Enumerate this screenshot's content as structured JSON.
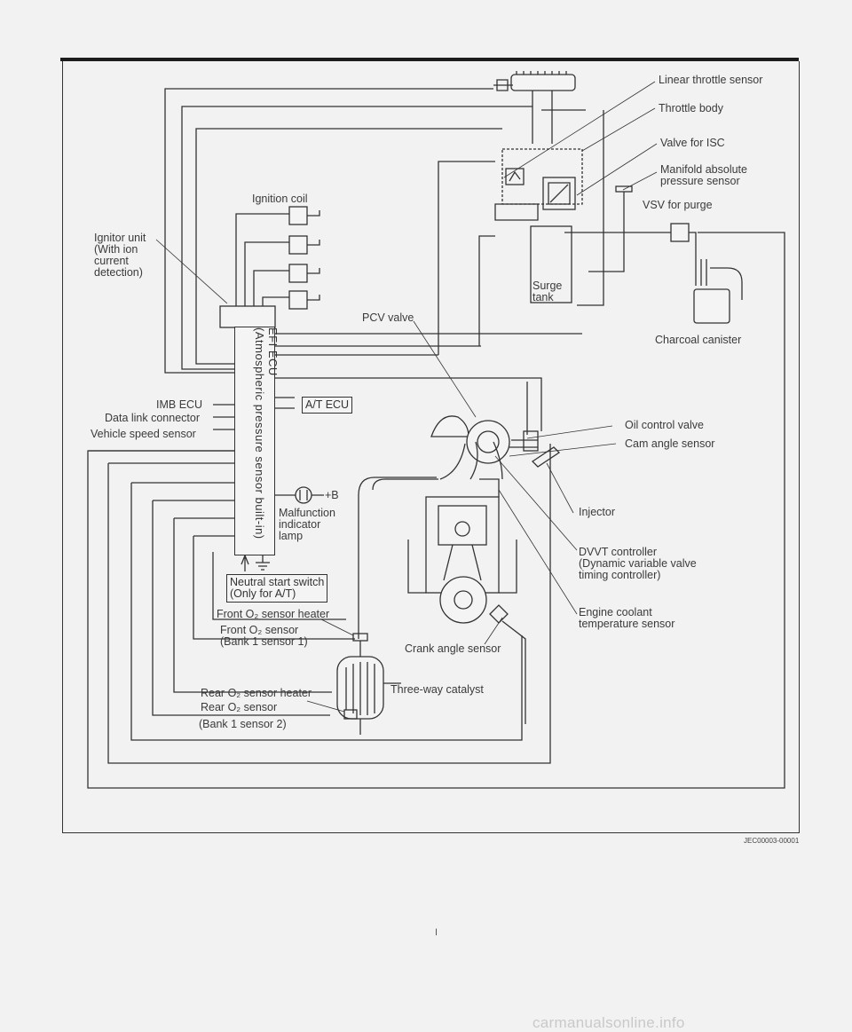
{
  "labels": {
    "linear_throttle_sensor": "Linear throttle sensor",
    "throttle_body": "Throttle body",
    "valve_for_isc": "Valve for ISC",
    "manifold_absolute_pressure_sensor": "Manifold absolute\npressure sensor",
    "vsv_for_purge": "VSV for purge",
    "ignition_coil": "Ignition coil",
    "ignitor_unit": "Ignitor unit\n(With ion\ncurrent\ndetection)",
    "surge_tank": "Surge\ntank",
    "pcv_valve": "PCV valve",
    "charcoal_canister": "Charcoal canister",
    "imb_ecu": "IMB ECU",
    "data_link_connector": "Data link connector",
    "vehicle_speed_sensor": "Vehicle speed sensor",
    "at_ecu": "A/T ECU",
    "efi_ecu": "EFI ECU\n(Atmospheric pressure sensor built-in)",
    "oil_control_valve": "Oil control valve",
    "cam_angle_sensor": "Cam angle sensor",
    "plus_b": "+B",
    "malfunction_indicator_lamp": "Malfunction\nindicator\nlamp",
    "injector": "Injector",
    "dvvt_controller": "DVVT controller\n(Dynamic variable valve\ntiming controller)",
    "neutral_start_switch": "Neutral start switch\n(Only for A/T)",
    "front_o2_sensor_heater": "Front O₂ sensor heater",
    "front_o2_sensor": "Front O₂ sensor\n(Bank 1 sensor 1)",
    "engine_coolant_temperature_sensor": "Engine coolant\ntemperature sensor",
    "crank_angle_sensor": "Crank angle sensor",
    "three_way_catalyst": "Three-way catalyst",
    "rear_o2_sensor_heater": "Rear O₂ sensor heater",
    "rear_o2_sensor": "Rear O₂ sensor",
    "bank1_sensor2": "(Bank 1 sensor 2)"
  },
  "reference_code": "JEC00003-00001",
  "page_number": "I",
  "watermark": "carmanualsonline.info",
  "colors": {
    "line": "#333333",
    "background": "#f2f2f2",
    "watermark": "#c9c9c9"
  }
}
